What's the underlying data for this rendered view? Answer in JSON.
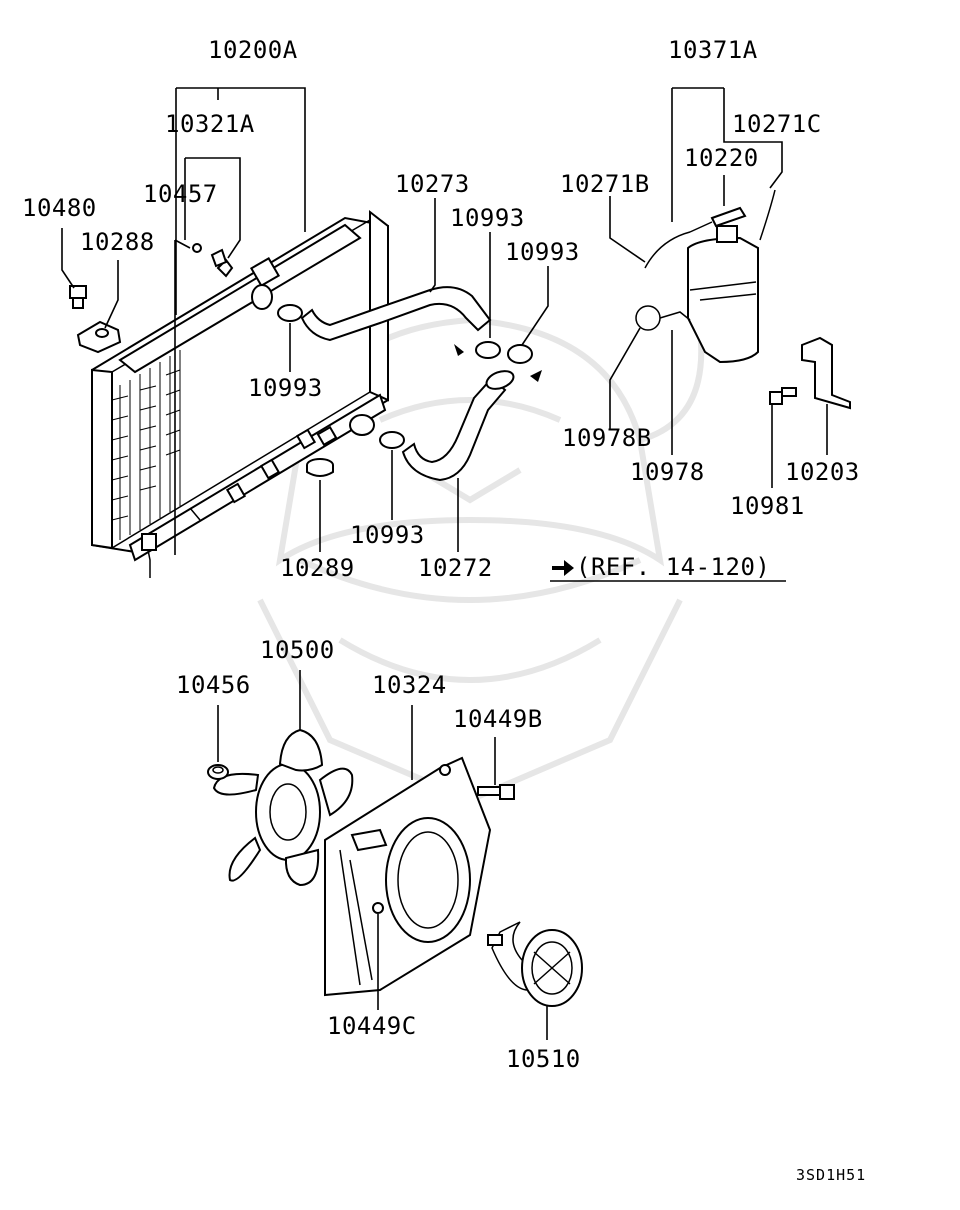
{
  "labels": {
    "p10200A": "10200A",
    "p10321A": "10321A",
    "p10457": "10457",
    "p10480": "10480",
    "p10288": "10288",
    "p10273": "10273",
    "p10993_a": "10993",
    "p10993_b": "10993",
    "p10993_c": "10993",
    "p10993_d": "10993",
    "p10289": "10289",
    "p10272": "10272",
    "p10371A": "10371A",
    "p10271C": "10271C",
    "p10220": "10220",
    "p10271B": "10271B",
    "p10978B": "10978B",
    "p10978": "10978",
    "p10981": "10981",
    "p10203": "10203",
    "ref": "(REF. 14-120)",
    "p10500": "10500",
    "p10456": "10456",
    "p10324": "10324",
    "p10449B": "10449B",
    "p10449C": "10449C",
    "p10510": "10510",
    "code": "3SD1H51"
  }
}
